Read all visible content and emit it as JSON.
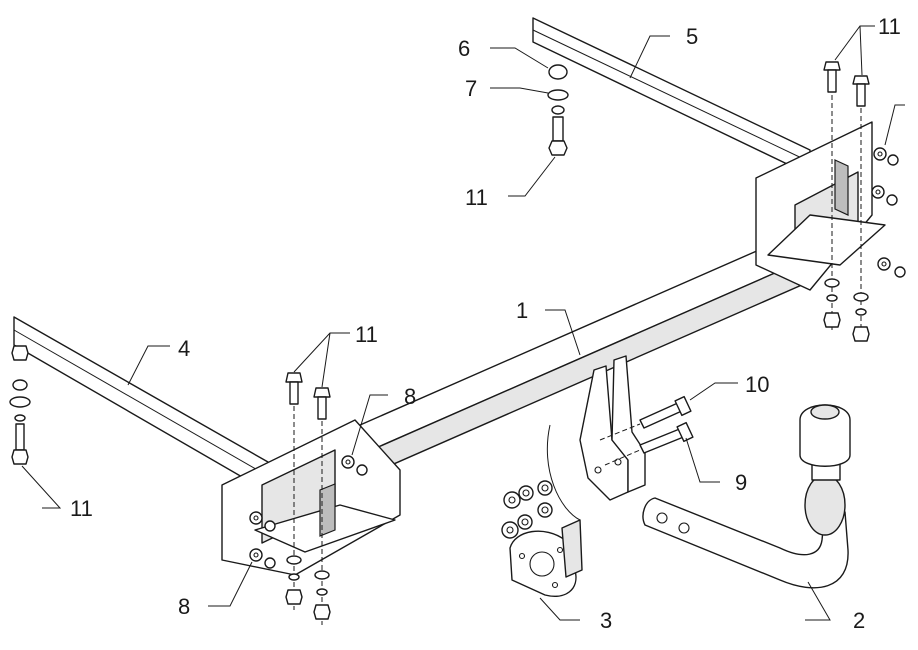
{
  "callouts": {
    "c1": "1",
    "c2": "2",
    "c3": "3",
    "c4": "4",
    "c5": "5",
    "c6": "6",
    "c7": "7",
    "c8_top": "8",
    "c8_bottom": "8",
    "c9": "9",
    "c10": "10",
    "c11_top_right": "11",
    "c11_center_top": "11",
    "c11_left_bottom": "11",
    "c11_mid_bolt": "11"
  }
}
